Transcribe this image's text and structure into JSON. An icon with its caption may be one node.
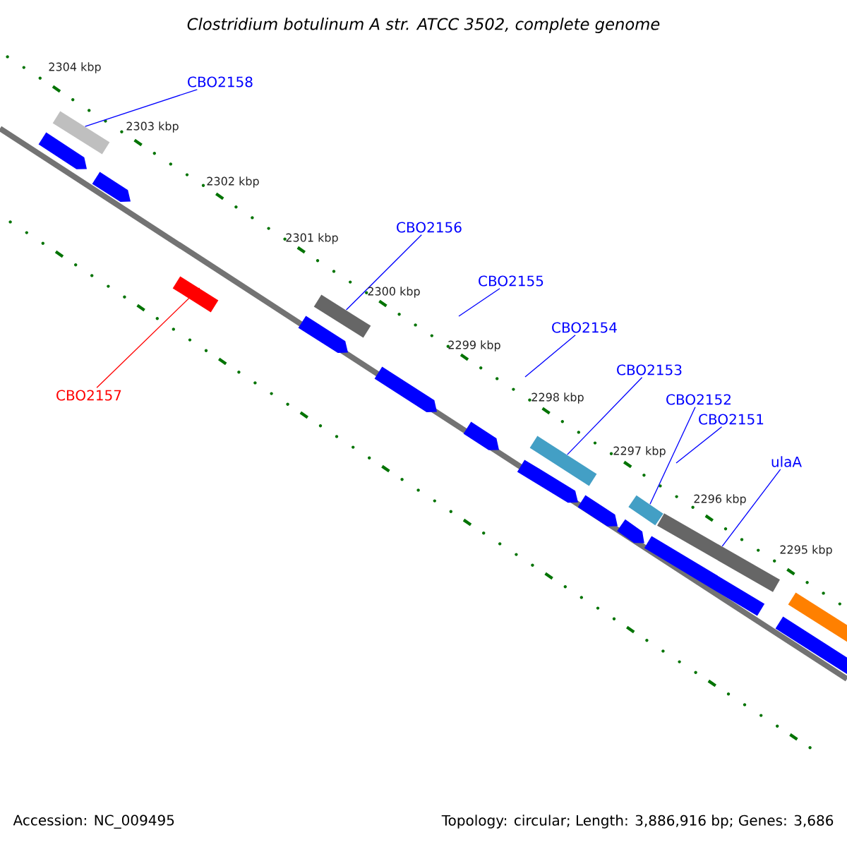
{
  "diagram": {
    "title": "Clostridium botulinum A str. ATCC 3502, complete genome",
    "nodes": [
      {
        "text": [
          "CBO2158"
        ]
      },
      {
        "text": [
          "CBO2157"
        ]
      },
      {
        "text": [
          "CBO2156"
        ]
      },
      {
        "text": [
          "CBO2155"
        ]
      },
      {
        "text": [
          "CBO2154"
        ]
      },
      {
        "text": [
          "CBO2153"
        ]
      },
      {
        "text": [
          "CBO2152"
        ]
      },
      {
        "text": [
          "CBO2151"
        ]
      },
      {
        "text": [
          "ulaA"
        ]
      },
      {
        "text": [],
        "shape": "bar"
      },
      {
        "text": [],
        "shape": "bar"
      },
      {
        "text": [],
        "shape": "bar"
      },
      {
        "text": [],
        "shape": "bar"
      },
      {
        "text": [],
        "shape": "bar"
      },
      {
        "text": [],
        "shape": "bar"
      },
      {
        "text": [],
        "shape": "bar"
      }
    ],
    "edges": [
      {
        "from": 0,
        "to": 9,
        "arrow": "none"
      },
      {
        "from": 1,
        "to": 10,
        "arrow": "none",
        "color": "#ff0000"
      },
      {
        "from": 2,
        "to": 11,
        "arrow": "none"
      },
      {
        "from": 3,
        "to": null,
        "arrow": "none"
      },
      {
        "from": 4,
        "to": null,
        "arrow": "none"
      },
      {
        "from": 5,
        "to": 12,
        "arrow": "none"
      },
      {
        "from": 6,
        "to": 13,
        "arrow": "none"
      },
      {
        "from": 7,
        "to": null,
        "arrow": "none"
      },
      {
        "from": 8,
        "to": 14,
        "arrow": "none"
      }
    ],
    "labels": [
      "2304 kbp",
      "2303 kbp",
      "2302 kbp",
      "2301 kbp",
      "2300 kbp",
      "2299 kbp",
      "2298 kbp",
      "2297 kbp",
      "2296 kbp",
      "2295 kbp",
      "Accession: NC_009495",
      "Topology: circular; Length: 3,886,916 bp; Genes: 3,686"
    ]
  }
}
